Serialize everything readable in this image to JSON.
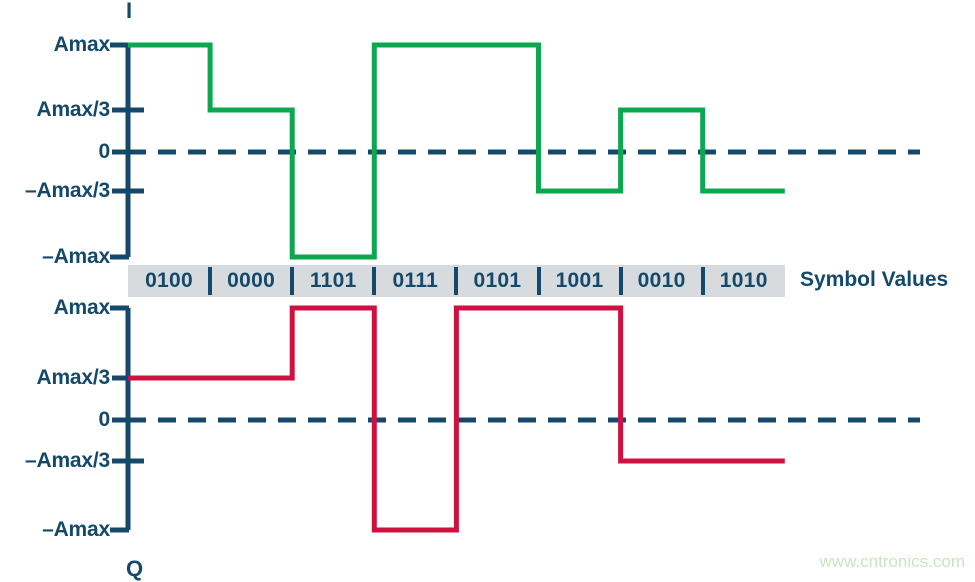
{
  "figure": {
    "watermark": "www.cntronics.com",
    "symbol_axis_label": "Symbol Values",
    "colors": {
      "navy": "#14496B",
      "green": "#0BA84F",
      "red": "#CE1141",
      "band_gray": "#D7DBDE",
      "watermark_green": "#C8E6C0"
    }
  },
  "chart_data": {
    "type": "line",
    "title": "",
    "subtitle": "",
    "xlabel": "Symbol Values",
    "grid": false,
    "legend_position": "none",
    "level_labels": [
      "Amax",
      "Amax/3",
      "0",
      "–Amax/3",
      "–Amax"
    ],
    "level_values": [
      1,
      0.3333,
      0,
      -0.3333,
      -1
    ],
    "categories": [
      "0100",
      "0000",
      "1101",
      "0111",
      "0101",
      "1001",
      "0010",
      "1010"
    ],
    "series": [
      {
        "name": "I",
        "color": "#0BA84F",
        "ylabel": "I",
        "ylim": [
          -1,
          1
        ],
        "value_labels": [
          "Amax",
          "Amax/3",
          "–Amax",
          "Amax",
          "Amax",
          "–Amax/3",
          "Amax/3",
          "–Amax/3"
        ],
        "values": [
          1,
          0.3333,
          -1,
          1,
          1,
          -0.3333,
          0.3333,
          -0.3333
        ]
      },
      {
        "name": "Q",
        "color": "#CE1141",
        "ylabel": "Q",
        "ylim": [
          -1,
          1
        ],
        "value_labels": [
          "Amax/3",
          "Amax/3",
          "Amax",
          "–Amax",
          "Amax",
          "Amax",
          "–Amax/3",
          "–Amax/3"
        ],
        "values": [
          0.3333,
          0.3333,
          1,
          -1,
          1,
          1,
          -0.3333,
          -0.3333
        ]
      }
    ]
  },
  "i_axis": {
    "name": "I",
    "ticks": [
      {
        "label": "Amax",
        "y": 45
      },
      {
        "label": "Amax/3",
        "y": 110
      },
      {
        "label": "0",
        "y": 152
      },
      {
        "label": "–Amax/3",
        "y": 191
      },
      {
        "label": "–Amax",
        "y": 257
      }
    ]
  },
  "q_axis": {
    "name": "Q",
    "ticks": [
      {
        "label": "Amax",
        "y": 308
      },
      {
        "label": "Amax/3",
        "y": 378
      },
      {
        "label": "0",
        "y": 420
      },
      {
        "label": "–Amax/3",
        "y": 461
      },
      {
        "label": "–Amax",
        "y": 530
      }
    ]
  }
}
